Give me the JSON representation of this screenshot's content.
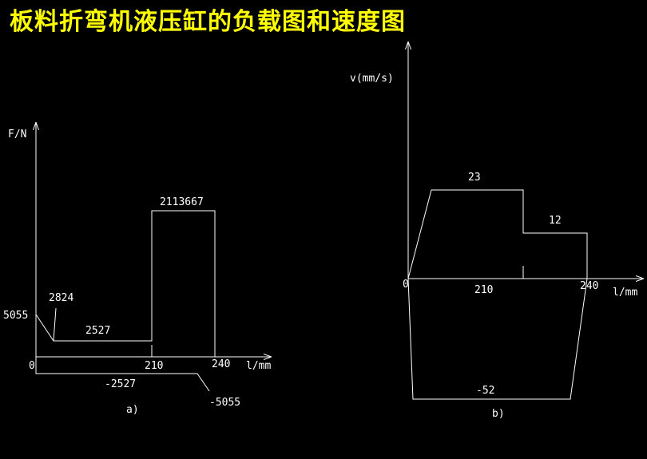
{
  "title": "板料折弯机液压缸的负载图和速度图",
  "colors": {
    "background": "#000000",
    "title": "#ffff00",
    "line": "#ffffff"
  },
  "load_diagram": {
    "y_axis_label": "F/N",
    "x_axis_label": "l/mm",
    "origin_label": "0",
    "x_tick_labels": [
      "210",
      "240"
    ],
    "value_labels": [
      "5055",
      "2824",
      "2527",
      "2113667",
      "-2527",
      "-5055"
    ],
    "caption": "a)"
  },
  "speed_diagram": {
    "y_axis_label": "v(mm/s)",
    "x_axis_label": "l/mm",
    "origin_label": "0",
    "x_tick_labels": [
      "210",
      "240"
    ],
    "value_labels": [
      "23",
      "12",
      "-52"
    ],
    "caption": "b)"
  }
}
